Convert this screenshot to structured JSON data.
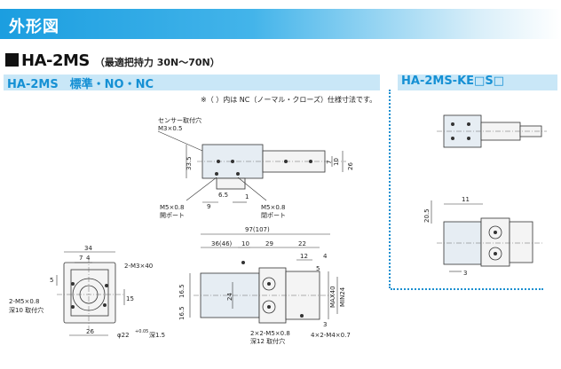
{
  "banner": {
    "title": "外形図"
  },
  "model": {
    "name": "HA-2MS",
    "subtitle": "（最適把持力 30N～70N）"
  },
  "left_section": {
    "title": "HA-2MS　標準・NO・NC"
  },
  "right_section": {
    "title": "HA-2MS-KE□S□"
  },
  "note": "※（ ）内は NC（ノーマル・クローズ）仕様寸法です。",
  "colors": {
    "banner": "#1b9ee0",
    "section_bar": "#c9e7f7",
    "section_text": "#1590d4",
    "divider": "#1a8fd0"
  },
  "top_view": {
    "sensor_hole": "センサー取付穴",
    "sensor_size": "M3×0.5",
    "dim_33_5": "33.5",
    "dim_26": "26",
    "dim_7": "7",
    "dim_9": "9",
    "dim_6_5": "6.5",
    "open_port_size": "M5×0.8",
    "open_port": "開ポート",
    "close_port_size": "M5×0.8",
    "close_port": "閉ポート",
    "dim_1": "1",
    "dim_10": "10"
  },
  "end_view": {
    "dim_34": "34",
    "dim_7": "7",
    "dim_4": "4",
    "dim_5": "5",
    "dim_15": "15",
    "dim_26": "26",
    "tap_2m3": "2-M3×40",
    "tap_2m5": "2-M5×0.8",
    "tap_depth": "深10 取付穴",
    "bore": "φ22",
    "bore_tol": "+0.05",
    "bore_depth": "深1.5"
  },
  "side_view": {
    "dim_97": "97(107)",
    "dim_36": "36(46)",
    "dim_10": "10",
    "dim_29": "29",
    "dim_22": "22",
    "dim_12": "12",
    "dim_4": "4",
    "dim_5": "5",
    "dim_16_5a": "16.5",
    "dim_16_5b": "16.5",
    "dim_24": "24",
    "dim_max": "MAX40",
    "dim_min": "MIN24",
    "dim_3": "3",
    "tap_a": "2×2-M5×0.8",
    "tap_a_depth": "深12 取付穴",
    "tap_b": "4×2-M4×0.7"
  },
  "ke_view": {
    "dim_20_5": "20.5",
    "dim_11": "11",
    "dim_3": "3"
  }
}
